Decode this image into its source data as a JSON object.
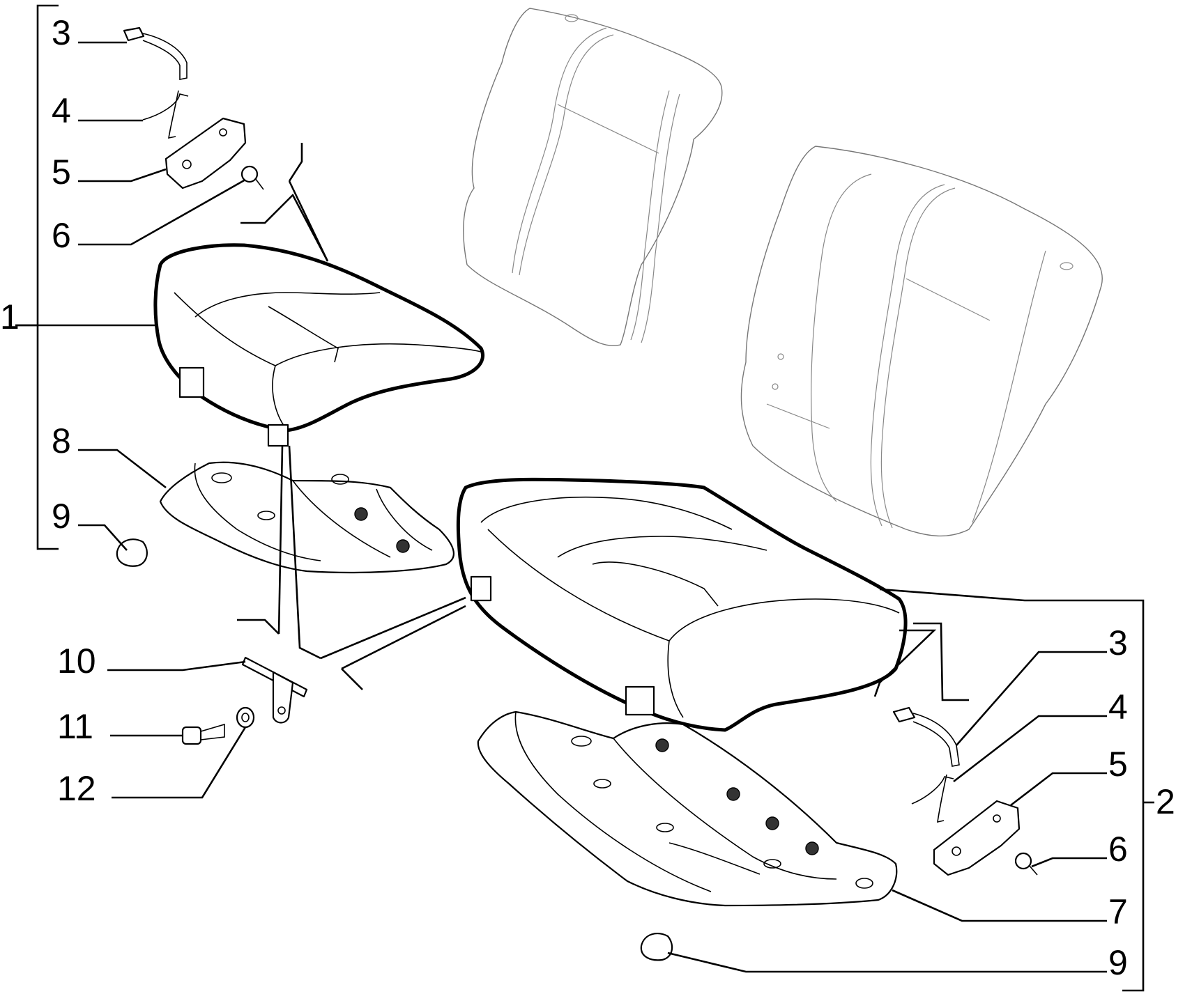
{
  "labels": {
    "l1": "1",
    "l2": "2",
    "l3a": "3",
    "l4a": "4",
    "l5a": "5",
    "l6a": "6",
    "l8": "8",
    "l9a": "9",
    "l10": "10",
    "l11": "11",
    "l12": "12",
    "l3b": "3",
    "l4b": "4",
    "l5b": "5",
    "l6b": "6",
    "l7": "7",
    "l9b": "9"
  }
}
